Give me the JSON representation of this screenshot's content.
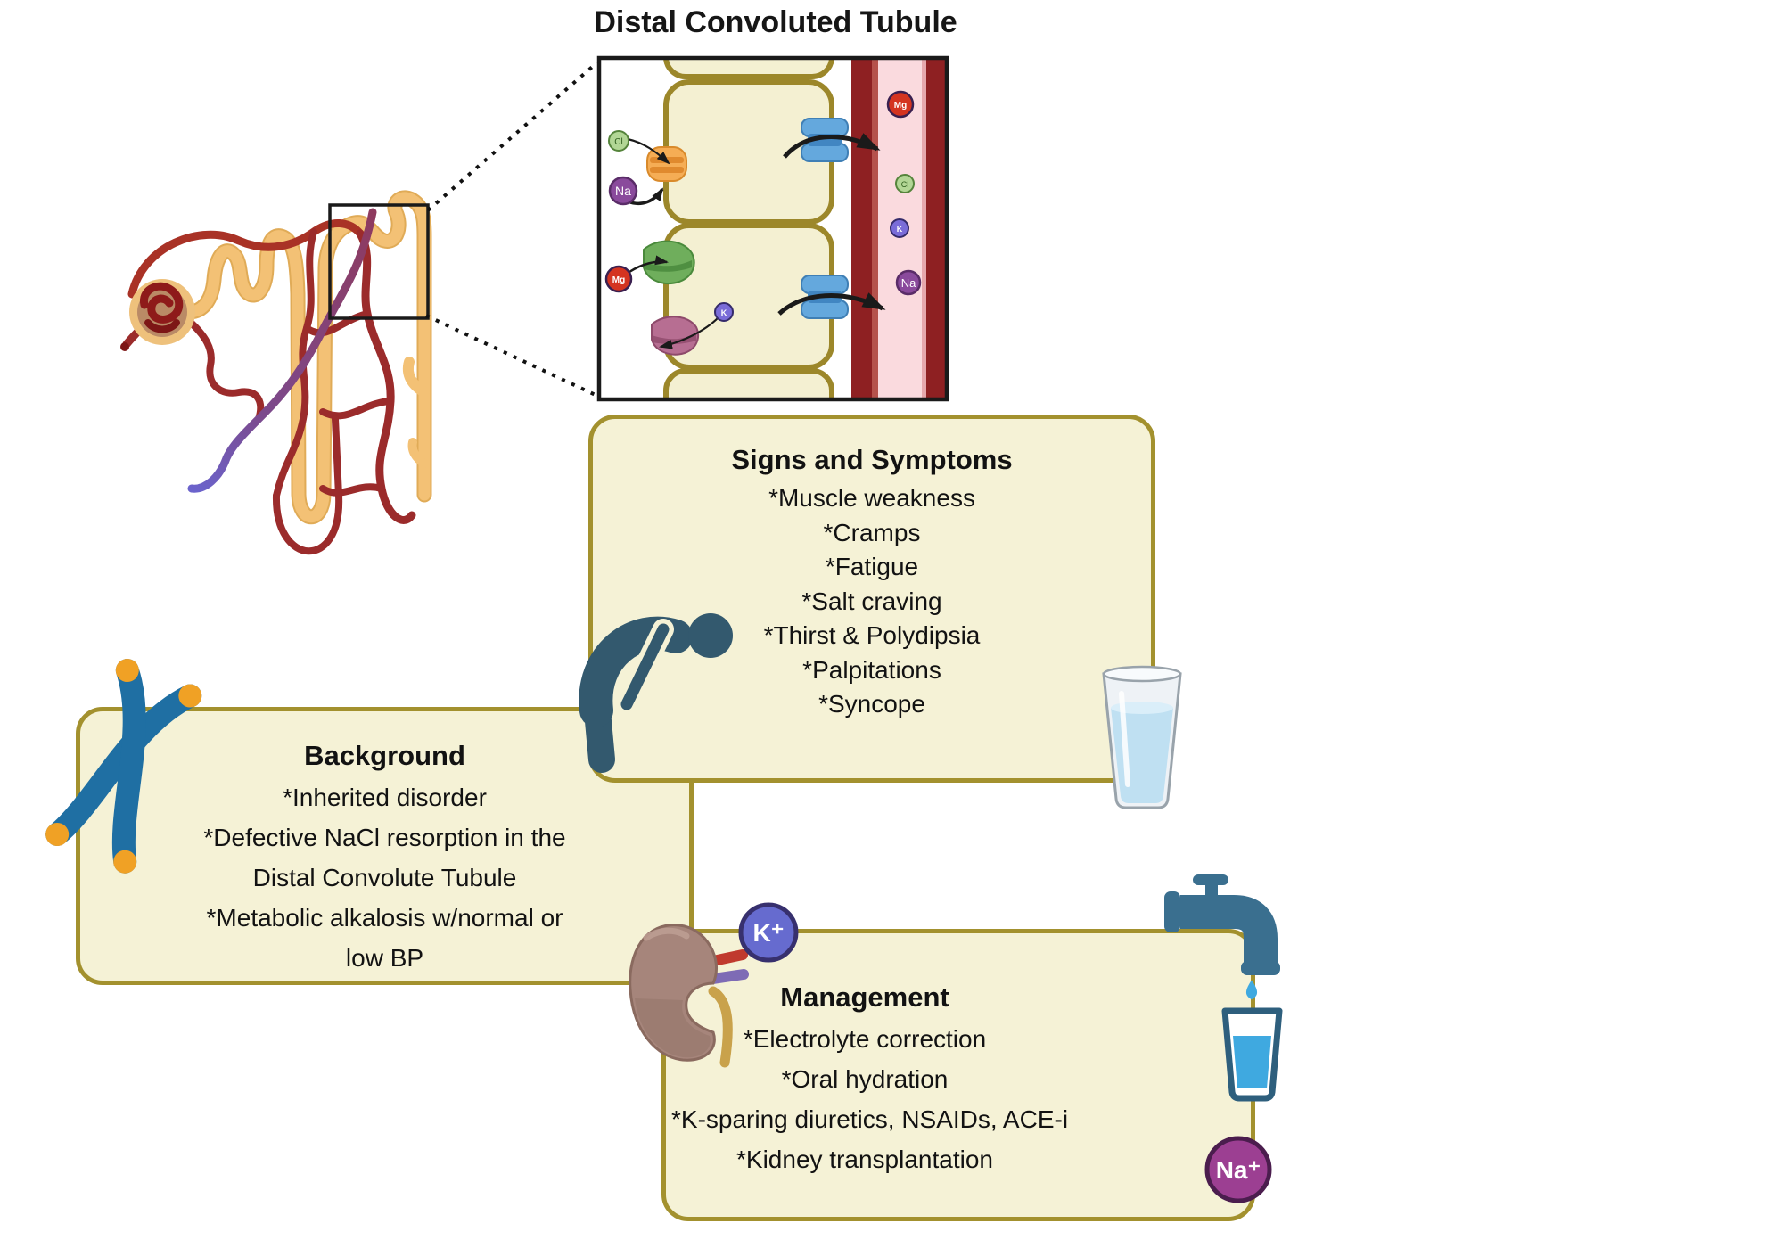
{
  "title": "Distal Convoluted Tubule",
  "colors": {
    "box_fill": "#f5f2d6",
    "box_border": "#a3912e",
    "cell_fill": "#f4f0d2",
    "cell_border": "#9c872a",
    "vessel_wall": "#8e2022",
    "vessel_plasma": "#fadade",
    "tubule_orange": "#f3c175",
    "vessel_red": "#9b2b2b",
    "icon_teal": "#33596e",
    "water_blue": "#3fa9e0",
    "chromosome_blue": "#1f6fa3",
    "chromosome_tip_orange": "#f0a125",
    "kidney_brown": "#a6857b",
    "k_badge_fill": "#666bcf",
    "na_badge_fill": "#9c3f92"
  },
  "inset": {
    "ions": {
      "lumen_cl": "Cl",
      "lumen_na": "Na",
      "lumen_mg": "Mg",
      "cell_k": "K",
      "vessel_mg": "Mg",
      "vessel_cl": "Cl",
      "vessel_k": "K",
      "vessel_na": "Na"
    }
  },
  "badges": {
    "k": "K⁺",
    "na": "Na⁺"
  },
  "boxes": {
    "signs": {
      "title": "Signs and Symptoms",
      "items": [
        "*Muscle weakness",
        "*Cramps",
        "*Fatigue",
        "*Salt craving",
        "*Thirst & Polydipsia",
        "*Palpitations",
        "*Syncope"
      ]
    },
    "background": {
      "title": "Background",
      "lines": [
        "*Inherited disorder",
        "*Defective NaCl resorption in the",
        "Distal Convolute Tubule",
        "*Metabolic alkalosis w/normal or",
        "low BP"
      ]
    },
    "management": {
      "title": "Management",
      "items": [
        "*Electrolyte correction",
        "*Oral hydration",
        "*K-sparing diuretics, NSAIDs, ACE-i",
        "*Kidney transplantation"
      ]
    }
  }
}
